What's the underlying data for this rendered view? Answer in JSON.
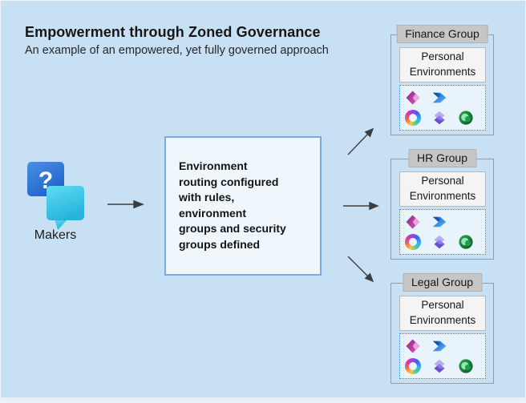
{
  "page": {
    "title": "Empowerment through Zoned Governance",
    "subtitle": "An example of an empowered, yet fully governed approach"
  },
  "makers": {
    "label": "Makers",
    "icon": "chat-bubbles-question-icon"
  },
  "center_box": {
    "lines": [
      "Environment",
      "routing configured",
      "with rules,",
      "environment",
      "groups and security",
      "groups defined"
    ]
  },
  "groups": [
    {
      "name": "Finance Group",
      "environments_label": "Personal Environments"
    },
    {
      "name": "HR Group",
      "environments_label": "Personal Environments"
    },
    {
      "name": "Legal Group",
      "environments_label": "Personal Environments"
    }
  ],
  "environment_icons": [
    "power-apps",
    "power-automate",
    "copilot",
    "copilot-studio",
    "power-pages"
  ],
  "colors": {
    "background": "#c8e0f4",
    "arrow": "#3d3d3d",
    "group_border": "#9b9b9b",
    "group_label_bg": "#c6c6c6",
    "env_box_bg": "#f4f4f4",
    "icons_box_bg": "#e9f3fc",
    "icons_box_border": "#2f7fd6",
    "center_box_bg": "#eff7fd",
    "center_box_border": "#7fa9dc"
  }
}
